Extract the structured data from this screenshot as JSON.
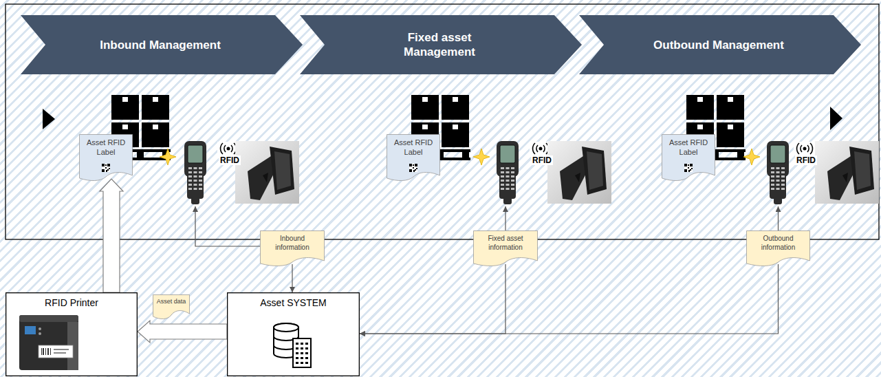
{
  "diagram": {
    "nodes": [
      {
        "text": [
          "Inbound Management"
        ]
      },
      {
        "text": [
          "Fixed asset Management"
        ]
      },
      {
        "text": [
          "Outbound Management"
        ]
      },
      {
        "text": [
          "Asset RFID Label"
        ]
      },
      {
        "text": [
          "Asset RFID Label"
        ]
      },
      {
        "text": [
          "Asset RFID Label"
        ]
      },
      {
        "text": [
          "Inbound information"
        ]
      },
      {
        "text": [
          "Fixed asset information"
        ]
      },
      {
        "text": [
          "Outbound information"
        ]
      },
      {
        "text": [
          "RFID Printer"
        ]
      },
      {
        "text": [
          "Asset data"
        ]
      },
      {
        "text": [
          "Asset SYSTEM"
        ]
      }
    ],
    "edges": [
      {
        "from": 6,
        "to": 11,
        "arrow": "to"
      },
      {
        "from": 7,
        "to": 11,
        "arrow": "to"
      },
      {
        "from": 8,
        "to": 11,
        "arrow": "to"
      },
      {
        "from": 11,
        "to": 9,
        "arrow": "to"
      },
      {
        "from": 9,
        "to": 3,
        "arrow": "to"
      }
    ],
    "labels": [
      "RFID",
      "RFID",
      "RFID"
    ]
  }
}
